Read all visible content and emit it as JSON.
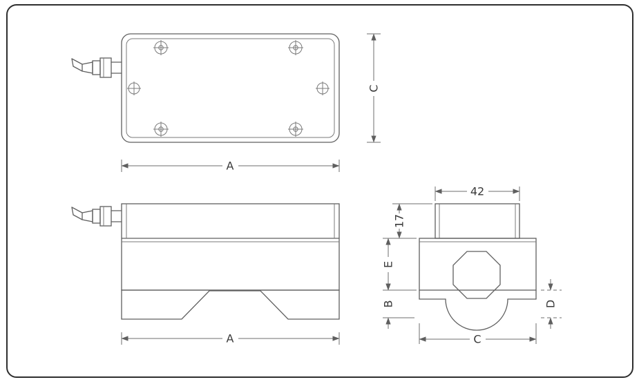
{
  "drawing": {
    "colors": {
      "frame": "#2e2e2e",
      "line": "#5f5f5f",
      "dimension": "#6e6e6e",
      "text": "#3a3a3a",
      "background": "#ffffff"
    },
    "labels": {
      "top_view": {
        "width": "A",
        "height": "C"
      },
      "front_view": {
        "width": "A"
      },
      "side_view": {
        "top_width": "42",
        "top_height": "17",
        "upper_height": "E",
        "lower_height": "B",
        "width": "C",
        "depth": "D"
      }
    }
  }
}
